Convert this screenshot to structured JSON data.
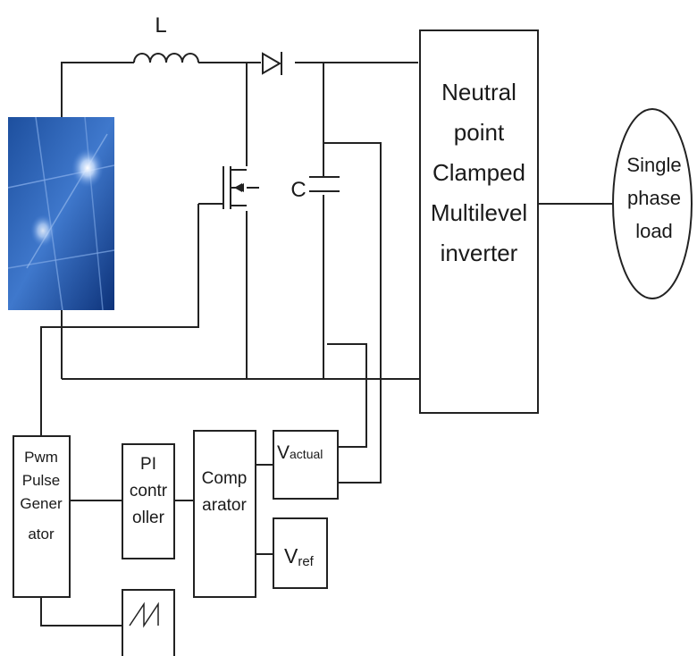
{
  "inductor_label": "L",
  "capacitor_label": "C",
  "inverter_lines": [
    "Neutral",
    "point",
    "Clamped",
    "Multilevel",
    "inverter"
  ],
  "load_lines": [
    "Single",
    "phase",
    "load"
  ],
  "pwm_lines": [
    "Pwm",
    "Pulse",
    "Gener",
    "ator"
  ],
  "pi_lines": [
    "PI",
    "contr",
    "oller"
  ],
  "comparator_lines": [
    "Comp",
    "arator"
  ],
  "vactual": {
    "main": "V",
    "sub": "actual"
  },
  "vref": {
    "main": "V",
    "sub": "ref"
  },
  "colors": {
    "line": "#222222",
    "panel_dark": "#0b2f7a",
    "panel_light": "#6f9be0",
    "panel_highlight": "#ffffff"
  }
}
